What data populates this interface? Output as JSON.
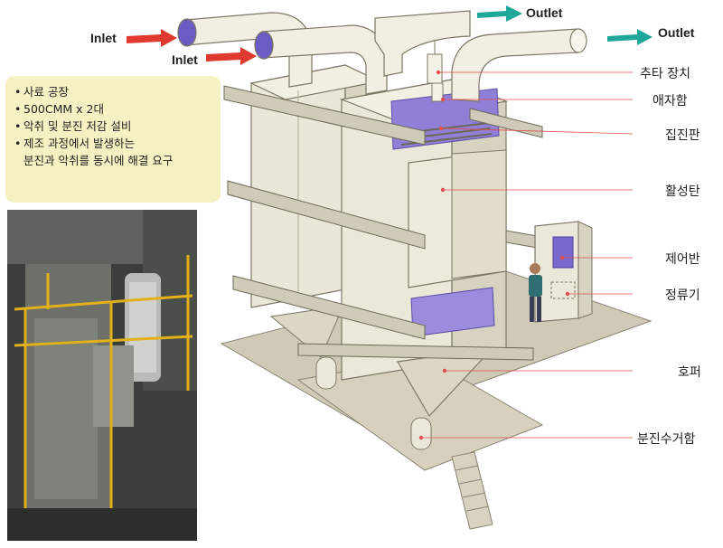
{
  "flow_labels": {
    "inlet_1": "Inlet",
    "inlet_2": "Inlet",
    "outlet_1": "Outlet",
    "outlet_2": "Outlet"
  },
  "info_box": {
    "items": [
      "사료 공장",
      "500CMM x 2대",
      "악취  및  분진 저감 설비",
      "제조 과정에서 발생하는",
      "분진과 악취를 동시에 해결 요구"
    ]
  },
  "callouts": {
    "weight_device": "추타 장치",
    "chamber": "애자함",
    "dust_plate": "집진판",
    "activated_carbon": "활성탄",
    "control_panel": "제어반",
    "rectifier": "정류기",
    "hopper": "호퍼",
    "dust_collector": "분진수거함"
  },
  "colors": {
    "inlet_arrow": "#e03a2e",
    "outlet_arrow": "#1fa89a",
    "leader_line": "#e05050",
    "info_bg": "#f6f1c2",
    "housing": "#e8e4d4",
    "purple_panel": "#8f7fd6"
  }
}
